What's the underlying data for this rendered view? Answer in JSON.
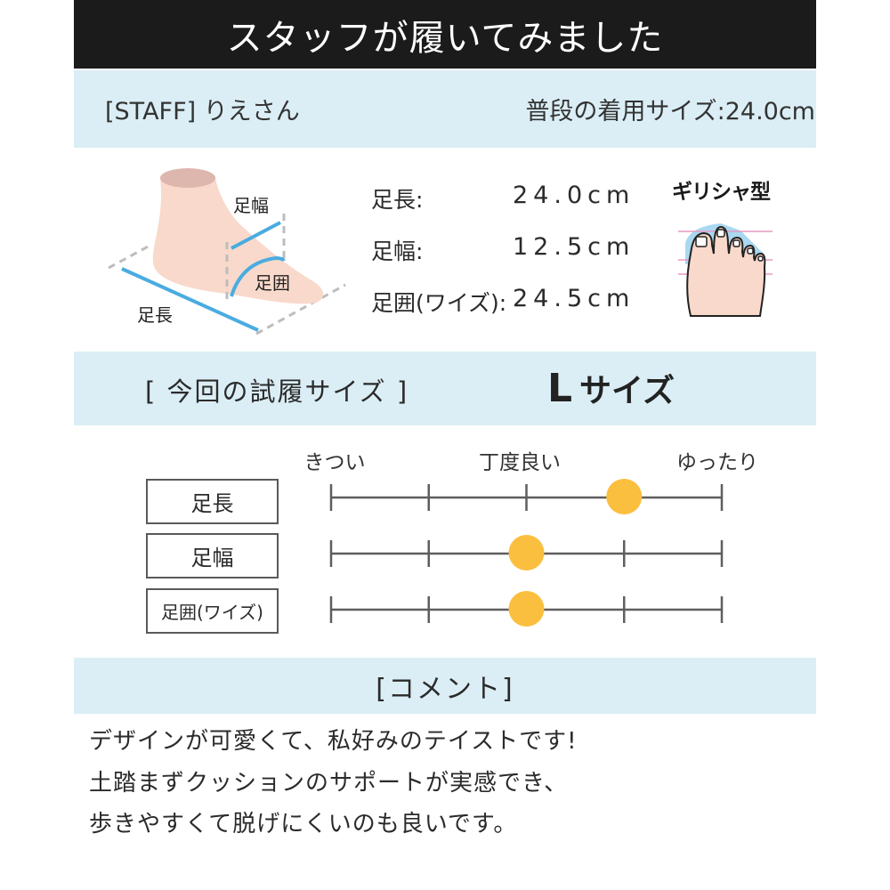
{
  "header": {
    "title": "スタッフが履いてみました"
  },
  "staff": {
    "name_label": "[STAFF] りえさん",
    "usual_size_label": "普段の着用サイズ:24.0cm"
  },
  "foot_diagram": {
    "labels": {
      "width": "足幅",
      "girth": "足囲",
      "length": "足長"
    },
    "colors": {
      "skin": "#F9D9CB",
      "ankle_top": "#DDB6AE",
      "measure_line": "#4AACE0",
      "guide_dash": "#BDBDBD"
    }
  },
  "measurements": [
    {
      "label": "足長:",
      "value": "24.0cm"
    },
    {
      "label": "足幅:",
      "value": "12.5cm"
    },
    {
      "label": "足囲(ワイズ):",
      "value": "24.5cm"
    }
  ],
  "foot_type": {
    "label": "ギリシャ型"
  },
  "trial": {
    "label": "[ 今回の試履サイズ ]",
    "size_letter": "L",
    "size_suffix": "サイズ"
  },
  "fit_scale": {
    "scale_labels": [
      "きつい",
      "丁度良い",
      "ゆったり"
    ],
    "steps": 5,
    "dot_color": "#FBBF3F",
    "line_color": "#5E5E5E",
    "rows": [
      {
        "label": "足長",
        "position": 4
      },
      {
        "label": "足幅",
        "position": 3
      },
      {
        "label": "足囲(ワイズ)",
        "position": 3
      }
    ]
  },
  "comment": {
    "heading": "[コメント]",
    "lines": [
      "デザインが可愛くて、私好みのテイストです!",
      "土踏まずクッションのサポートが実感でき、",
      "歩きやすくて脱げにくいのも良いです。"
    ]
  },
  "colors": {
    "header_bg": "#1B1B1B",
    "band_bg": "#DBEEF5",
    "text": "#2B2B2B"
  }
}
